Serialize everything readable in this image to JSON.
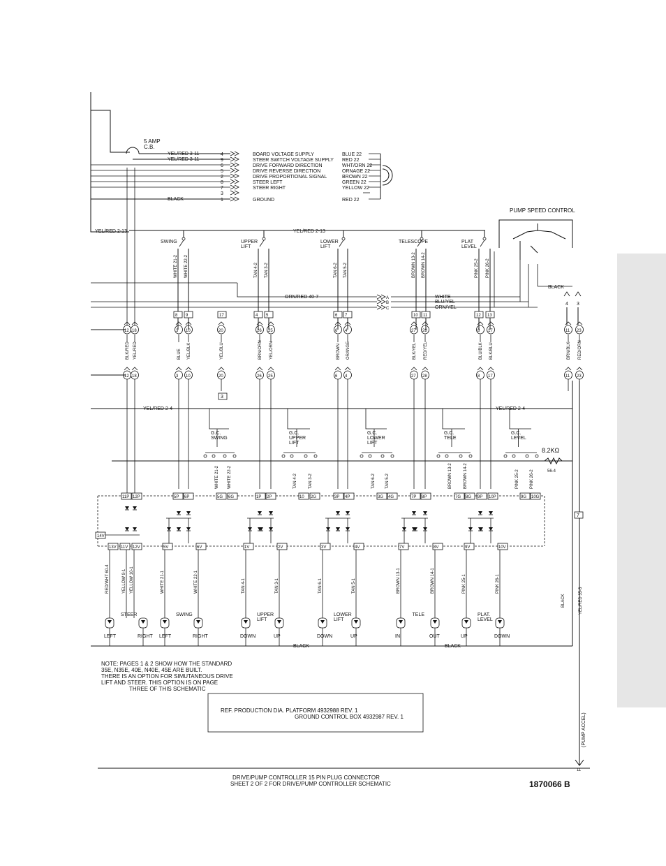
{
  "header": {
    "breaker": [
      "5 AMP",
      "C.B."
    ],
    "wire_top1": "YEL/RED 3-11",
    "wire_top2": "YEL/RED 3-11",
    "wire_black": "BLACK",
    "wire_yelred_left": "YEL/RED 2-13",
    "wire_yelred_mid": "YEL/RED 2-13",
    "pump_speed_control": "PUMP SPEED CONTROL",
    "wire_black_right": "BLACK",
    "wire_orn_red": "ORN/RED 40-7",
    "wire_white": "WHITE",
    "wire_blu_yel": "BLU/YEL",
    "wire_orn_yel": "ORN/YEL",
    "wire_yelred_low1": "YEL/RED 2-4",
    "wire_yelred_low2": "YEL/RED 2-4",
    "resistor": "8.2KΩ",
    "resistor_tag": "56-4",
    "pump_accel": "(PUMP ACCEL)",
    "end_pin": "11",
    "wire_black_v": "BLACK",
    "wire_yelred_v": "YEL/RED 35-3",
    "black_bottom1": "BLACK",
    "black_bottom2": "BLACK"
  },
  "connector_pins": [
    {
      "pin": "4",
      "function": "BOARD VOLTAGE SUPPLY",
      "wire": "BLUE 22"
    },
    {
      "pin": "9",
      "function": "STEER SWITCH VOLTAGE SUPPLY",
      "wire": "RED 22"
    },
    {
      "pin": "6",
      "function": "DRIVE FORWARD DIRECTION",
      "wire": "WHT/ORN 22"
    },
    {
      "pin": "5",
      "function": "DRIVE REVERSE DIRECTION",
      "wire": "ORNAGE 22"
    },
    {
      "pin": "2",
      "function": "DRIVE PROPORTIONAL SIGNAL",
      "wire": "BROWN 22"
    },
    {
      "pin": "8",
      "function": "STEER LEFT",
      "wire": "GREEN 22"
    },
    {
      "pin": "7",
      "function": "STEER RIGHT",
      "wire": "YELLOW 22"
    },
    {
      "pin": "3",
      "function": "",
      "wire": ""
    },
    {
      "pin": "1",
      "function": "GROUND",
      "wire": "RED 22"
    }
  ],
  "platform_switches": [
    {
      "label": [
        "SWING"
      ],
      "wires": [
        "WHITE 21-2",
        "WHITE 22-2"
      ],
      "boxes": [
        "8",
        "9"
      ]
    },
    {
      "label": [
        "UPPER",
        "LIFT"
      ],
      "wires": [
        "TAN 4-2",
        "TAN 3-2"
      ],
      "boxes": [
        "4",
        "5"
      ]
    },
    {
      "label": [
        "LOWER",
        "LIFT"
      ],
      "wires": [
        "TAN 6-2",
        "TAN 5-2"
      ],
      "boxes": [
        "6",
        "7"
      ]
    },
    {
      "label": [
        "TELESCOPE"
      ],
      "wires": [
        "BROWN 13-2",
        "BROWN 14-2"
      ],
      "boxes": [
        "10",
        "11"
      ]
    },
    {
      "label": [
        "PLAT",
        "LEVEL"
      ],
      "wires": [
        "PINK 25-2",
        "PINK 26-2"
      ],
      "boxes": [
        "12",
        "13"
      ]
    }
  ],
  "extra_box_17": "17",
  "extra_box_3": "3",
  "extra_box_7": "7",
  "connector_a": [
    {
      "pin": "12",
      "wire": "BLK/RED"
    },
    {
      "pin": "18",
      "wire": "YEL/RED"
    },
    {
      "pin": "3",
      "wire": "BLUE"
    },
    {
      "pin": "10",
      "wire": "YEL/BLK"
    },
    {
      "pin": "20",
      "wire": "YEL/BLU"
    },
    {
      "pin": "26",
      "wire": "BRN/ORN"
    },
    {
      "pin": "25",
      "wire": "YEL/ORN"
    },
    {
      "pin": "6",
      "wire": "BROWN"
    },
    {
      "pin": "4",
      "wire": "ORANGE"
    },
    {
      "pin": "27",
      "wire": "BLK/YEL"
    },
    {
      "pin": "28",
      "wire": "RED/YEL"
    },
    {
      "pin": "8",
      "wire": "BLU/BLK"
    },
    {
      "pin": "17",
      "wire": "BLK/BLU"
    },
    {
      "pin": "11",
      "wire": "BRN/BLK"
    },
    {
      "pin": "23",
      "wire": "RED/ORN"
    }
  ],
  "pump_pins": [
    "4",
    "3"
  ],
  "lower_pins": [
    "A",
    "B",
    "C"
  ],
  "ground_controls": [
    {
      "label": [
        "G.C.",
        "SWING"
      ],
      "wires": [
        "WHITE 21-2",
        "WHITE 22-2"
      ]
    },
    {
      "label": [
        "G.C.",
        "UPPER",
        "LIFT"
      ],
      "wires": [
        "TAN 4-2",
        "TAN 3-2"
      ]
    },
    {
      "label": [
        "G.C.",
        "LOWER",
        "LIFT"
      ],
      "wires": [
        "TAN 6-2",
        "TAN 5-2"
      ]
    },
    {
      "label": [
        "G.C.",
        "TELE"
      ],
      "wires": [
        "BROWN 13-2",
        "BROWN 14-2"
      ]
    },
    {
      "label": [
        "G.C.",
        "LEVEL"
      ],
      "wires": [
        "PINK 25-2",
        "PINK 26-2"
      ]
    }
  ],
  "relay_top_boxes": [
    "11P",
    "12P",
    "5P",
    "6P",
    "5G",
    "6G",
    "1P",
    "2P",
    "10",
    "2G",
    "3P",
    "4P",
    "3G",
    "4G",
    "7P",
    "8P",
    "7G",
    "8G",
    "9P",
    "10P",
    "9G",
    "10G"
  ],
  "relay_bottom_boxes": [
    "13V",
    "11V",
    "12V",
    "5V",
    "6V",
    "1V",
    "2V",
    "3V",
    "4V",
    "7V",
    "8V",
    "9V",
    "10V"
  ],
  "box_14v": "14V",
  "bottom_wires": [
    {
      "text": "RED/WHT 60-4"
    },
    {
      "text": "YELLOW 9-1"
    },
    {
      "text": "YELLOW 10-1"
    },
    {
      "text": "WHITE 21-1"
    },
    {
      "text": "WHITE 22-1"
    },
    {
      "text": "TAN 4-1"
    },
    {
      "text": "TAN 3-1"
    },
    {
      "text": "TAN 6-1"
    },
    {
      "text": "TAN 5-1"
    },
    {
      "text": "BROWN 13-1"
    },
    {
      "text": "BROWN 14-1"
    },
    {
      "text": "PINK 25-1"
    },
    {
      "text": "PINK 26-1"
    }
  ],
  "valves": [
    {
      "group": [
        "STEER"
      ],
      "left": "LEFT",
      "right": "RIGHT"
    },
    {
      "group": [
        "SWING"
      ],
      "left": "LEFT",
      "right": "RIGHT"
    },
    {
      "group": [
        "UPPER",
        "LIFT"
      ],
      "left": "DOWN",
      "right": "UP"
    },
    {
      "group": [
        "LOWER",
        "LIFT"
      ],
      "left": "DOWN",
      "right": "UP"
    },
    {
      "group": [
        "TELE"
      ],
      "left": "IN",
      "right": "OUT"
    },
    {
      "group": [
        "PLAT.",
        "LEVEL"
      ],
      "left": "UP",
      "right": "DOWN"
    }
  ],
  "note": [
    "NOTE:  PAGES 1 & 2 SHOW HOW THE STANDARD",
    "35E, N35E, 40E, N40E, 45E ARE BUILT.",
    "THERE IS AN OPTION FOR SIMUTANEOUS DRIVE",
    "LIFT AND STEER.  THIS OPTION IS ON PAGE",
    "THREE OF THIS SCHEMATIC"
  ],
  "reference": [
    "REF. PRODUCTION DIA.  PLATFORM 4932988 REV. 1",
    "GROUND CONTROL BOX 4932987 REV. 1"
  ],
  "title": [
    "DRIVE/PUMP  CONTROLLER 15 PIN PLUG CONNECTOR",
    "SHEET 2 OF  2 FOR DRIVE/PUMP CONTROLLER SCHEMATIC"
  ],
  "document_number": "1870066 B",
  "side_tab_color": "#e6e6e6"
}
